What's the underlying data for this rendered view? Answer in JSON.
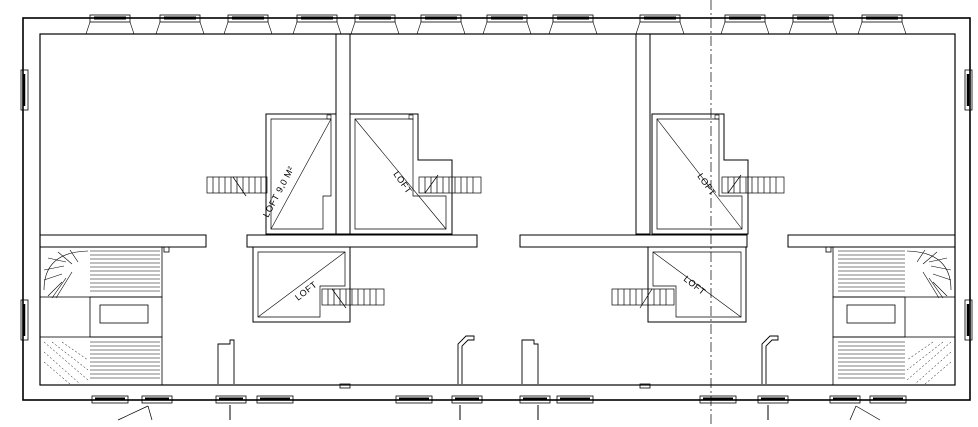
{
  "drawing": {
    "line_color": "#000000",
    "background": "#ffffff",
    "labels": [
      {
        "id": "loft-1",
        "text": "LOFT 9,0 M²"
      },
      {
        "id": "loft-2",
        "text": "LOFT"
      },
      {
        "id": "loft-3",
        "text": "LOFT"
      },
      {
        "id": "loft-4",
        "text": "LOFT"
      },
      {
        "id": "loft-5",
        "text": "LOFT"
      }
    ]
  }
}
